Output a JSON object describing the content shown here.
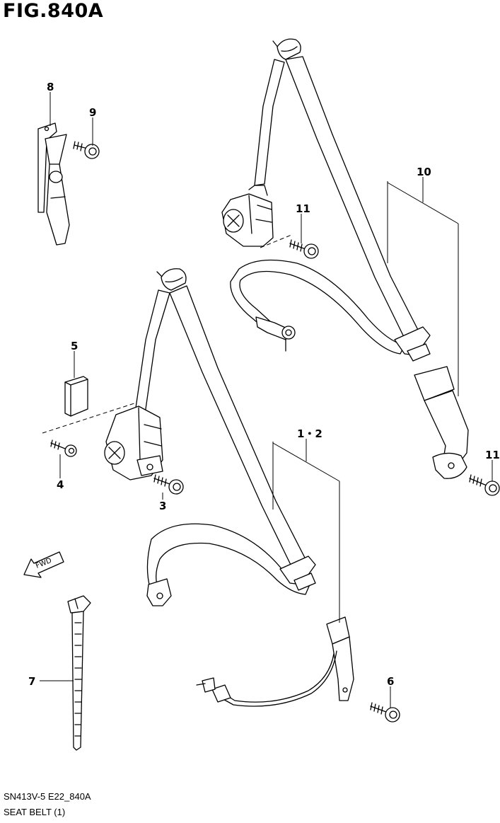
{
  "figure": {
    "title": "FIG.840A",
    "code": "SN413V-5 E22_840A",
    "description": "SEAT BELT (1)"
  },
  "direction_indicator": {
    "text": "FWD"
  },
  "callouts": [
    {
      "id": "c8",
      "label": "8"
    },
    {
      "id": "c9",
      "label": "9"
    },
    {
      "id": "c10",
      "label": "10"
    },
    {
      "id": "c11a",
      "label": "11"
    },
    {
      "id": "c11b",
      "label": "11"
    },
    {
      "id": "c5",
      "label": "5"
    },
    {
      "id": "c4",
      "label": "4"
    },
    {
      "id": "c3",
      "label": "3"
    },
    {
      "id": "c12",
      "label": "1・2"
    },
    {
      "id": "c7",
      "label": "7"
    },
    {
      "id": "c6",
      "label": "6"
    }
  ]
}
